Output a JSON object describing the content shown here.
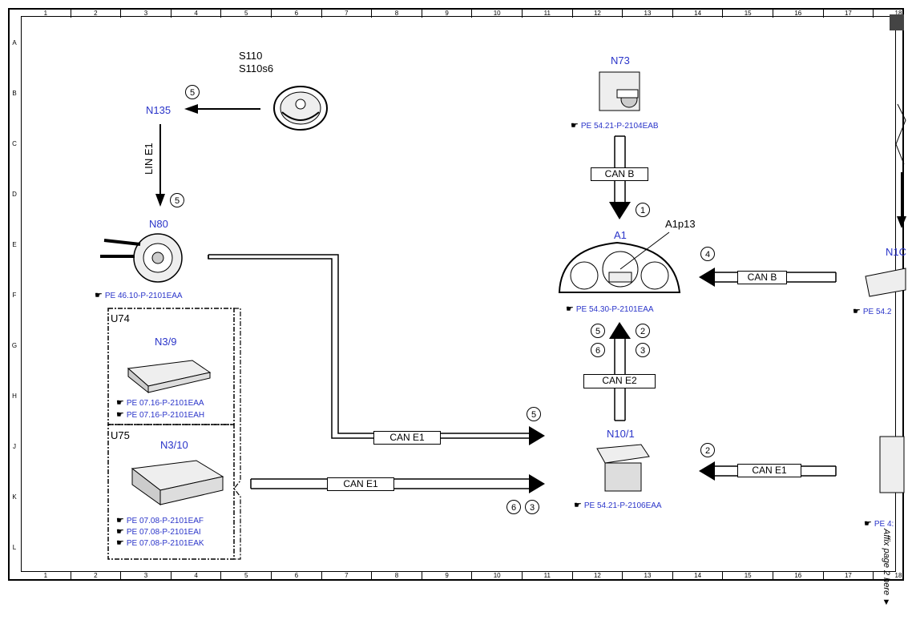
{
  "grid": {
    "columns": [
      "1",
      "2",
      "3",
      "4",
      "5",
      "6",
      "7",
      "8",
      "9",
      "10",
      "11",
      "12",
      "13",
      "14",
      "15",
      "16",
      "17",
      "18"
    ],
    "rows": [
      "A",
      "B",
      "C",
      "D",
      "E",
      "F",
      "G",
      "H",
      "J",
      "K",
      "L"
    ]
  },
  "components": {
    "s110": {
      "line1": "S110",
      "line2": "S110s6"
    },
    "n135": {
      "label": "N135"
    },
    "lin_e1": {
      "label": "LIN E1"
    },
    "n80": {
      "label": "N80",
      "ref": "PE 46.10-P-2101EAA"
    },
    "u74": {
      "label": "U74"
    },
    "n3_9": {
      "label": "N3/9",
      "ref1": "PE 07.16-P-2101EAA",
      "ref2": "PE 07.16-P-2101EAH"
    },
    "u75": {
      "label": "U75"
    },
    "n3_10": {
      "label": "N3/10",
      "ref1": "PE 07.08-P-2101EAF",
      "ref2": "PE 07.08-P-2101EAI",
      "ref3": "PE 07.08-P-2101EAK"
    },
    "n73": {
      "label": "N73",
      "ref": "PE 54.21-P-2104EAB"
    },
    "a1": {
      "label": "A1",
      "sub": "A1p13",
      "ref": "PE 54.30-P-2101EAA"
    },
    "n10_1": {
      "label": "N10/1",
      "ref": "PE 54.21-P-2106EAA"
    },
    "n10_right": {
      "label": "N1C",
      "ref": "PE 54.2"
    },
    "right_bottom": {
      "ref": "PE 4:"
    }
  },
  "buses": {
    "can_b_top": "CAN B",
    "can_b_right": "CAN B",
    "can_e2": "CAN E2",
    "can_e1_upper": "CAN E1",
    "can_e1_lower": "CAN E1",
    "can_e1_right": "CAN E1"
  },
  "markers": {
    "m_s110": "5",
    "m_n80": "5",
    "m_n73": "1",
    "m_can_b_right": "4",
    "m_a1_l1": "5",
    "m_a1_l2": "6",
    "m_a1_r1": "2",
    "m_a1_r2": "3",
    "m_upper_e1": "5",
    "m_lower_e1_a": "6",
    "m_lower_e1_b": "3",
    "m_right_e1": "2"
  },
  "hand_symbol": "☛",
  "affix_note": "Affix page 2 here ▼"
}
